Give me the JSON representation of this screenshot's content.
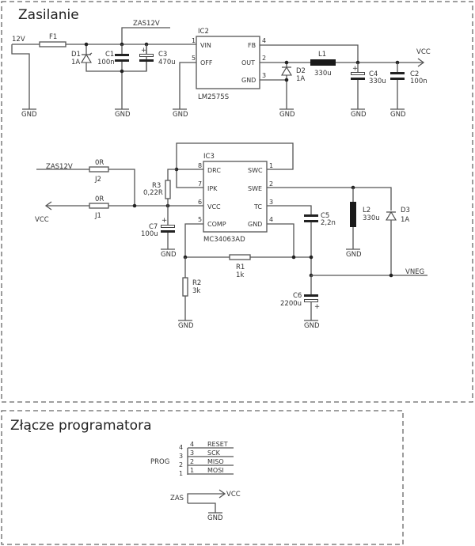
{
  "sections": {
    "power": {
      "title": "Zasilanie"
    },
    "programmer": {
      "title": "Złącze programatora"
    }
  },
  "nets": {
    "v12": "12V",
    "zas12v": "ZAS12V",
    "vcc": "VCC",
    "gnd": "GND",
    "vneg": "VNEG",
    "zas": "ZAS"
  },
  "components": {
    "F1": {
      "ref": "F1"
    },
    "D1": {
      "ref": "D1",
      "value": "1A"
    },
    "C1": {
      "ref": "C1",
      "value": "100n"
    },
    "C3": {
      "ref": "C3",
      "value": "470u"
    },
    "IC2": {
      "ref": "IC2",
      "part": "LM2575S",
      "pins": [
        {
          "num": "1",
          "name": "VIN"
        },
        {
          "num": "5",
          "name": "OFF"
        },
        {
          "num": "4",
          "name": "FB"
        },
        {
          "num": "2",
          "name": "OUT"
        },
        {
          "num": "3",
          "name": "GND"
        }
      ]
    },
    "D2": {
      "ref": "D2",
      "value": "1A"
    },
    "L1": {
      "ref": "L1",
      "value": "330u"
    },
    "C4": {
      "ref": "C4",
      "value": "330u"
    },
    "C2": {
      "ref": "C2",
      "value": "100n"
    },
    "IC3": {
      "ref": "IC3",
      "part": "MC34063AD",
      "pins": [
        {
          "num": "8",
          "name": "DRC"
        },
        {
          "num": "7",
          "name": "IPK"
        },
        {
          "num": "6",
          "name": "VCC"
        },
        {
          "num": "5",
          "name": "COMP"
        },
        {
          "num": "1",
          "name": "SWC"
        },
        {
          "num": "2",
          "name": "SWE"
        },
        {
          "num": "3",
          "name": "TC"
        },
        {
          "num": "4",
          "name": "GND"
        }
      ]
    },
    "J2": {
      "ref": "J2",
      "value": "0R"
    },
    "J1": {
      "ref": "J1",
      "value": "0R"
    },
    "R3": {
      "ref": "R3",
      "value": "0,22R"
    },
    "C7": {
      "ref": "C7",
      "value": "100u"
    },
    "C5": {
      "ref": "C5",
      "value": "2,2n"
    },
    "L2": {
      "ref": "L2",
      "value": "330u"
    },
    "D3": {
      "ref": "D3",
      "value": "1A"
    },
    "R1": {
      "ref": "R1",
      "value": "1k"
    },
    "R2": {
      "ref": "R2",
      "value": "3k"
    },
    "C6": {
      "ref": "C6",
      "value": "2200u"
    }
  },
  "prog": {
    "ref": "PROG",
    "outer_pins": [
      "4",
      "3",
      "2",
      "1"
    ],
    "pins": [
      {
        "num": "4",
        "name": "RESET"
      },
      {
        "num": "3",
        "name": "SCK"
      },
      {
        "num": "2",
        "name": "MISO"
      },
      {
        "num": "1",
        "name": "MOSI"
      }
    ]
  },
  "zas_jumper": {
    "ref": "ZAS",
    "to": "VCC",
    "gnd": "GND"
  }
}
